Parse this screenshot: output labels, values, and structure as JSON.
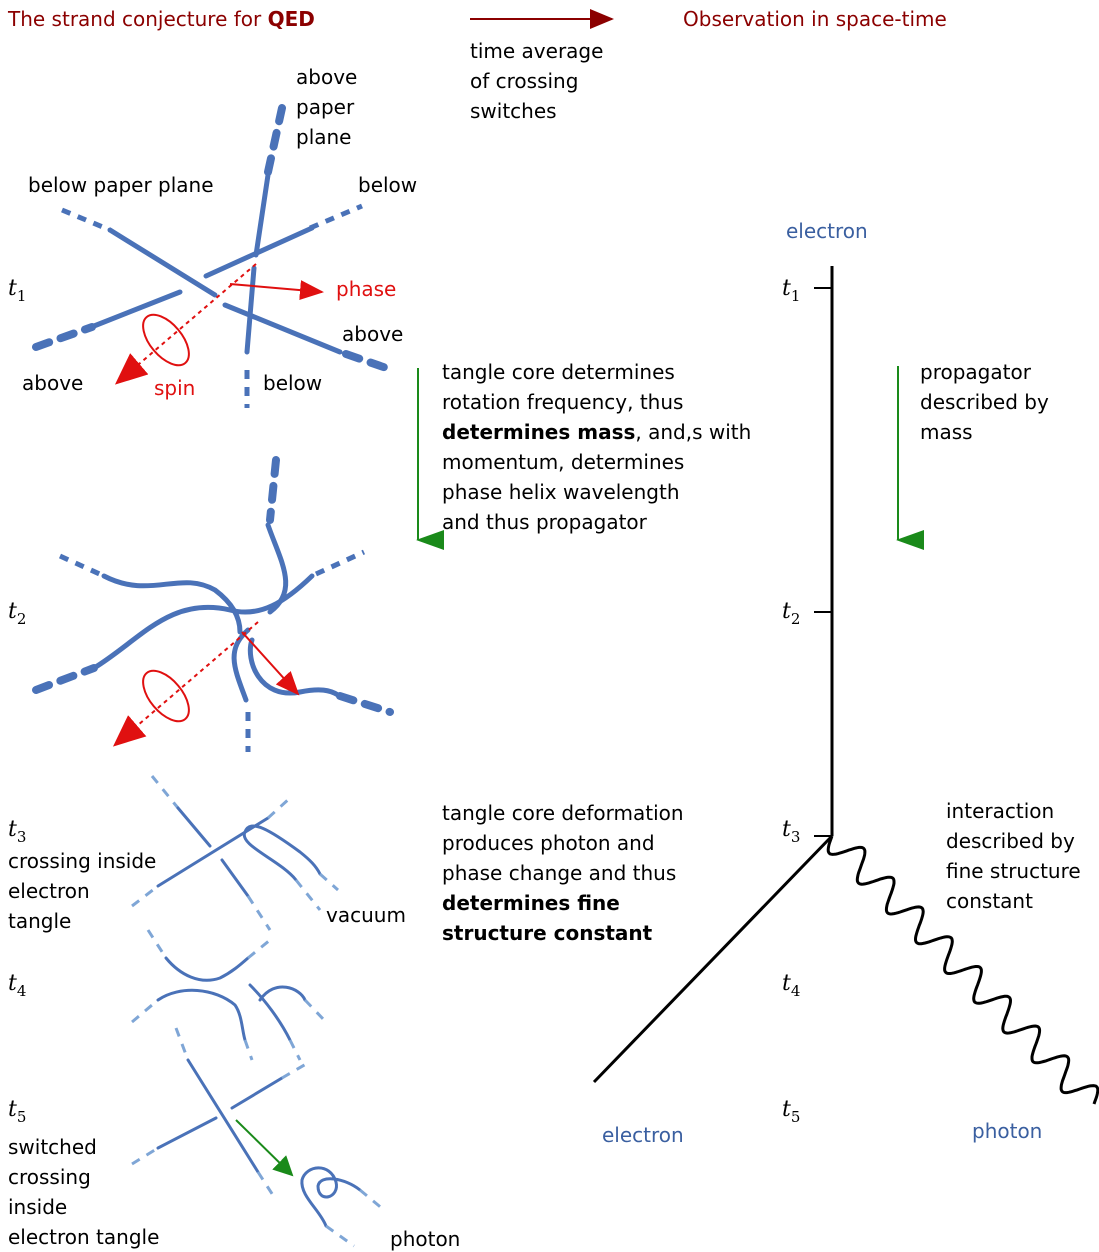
{
  "header": {
    "left_title": "The strand conjecture for ",
    "left_title_bold": "QED",
    "right_title": "Observation in space-time",
    "arrow_caption": [
      "time average",
      "of crossing",
      "switches"
    ]
  },
  "labels": {
    "above_paper_plane": [
      "above",
      "paper",
      "plane"
    ],
    "below_paper_plane": "below paper plane",
    "below_right": "below",
    "above_right": "above",
    "above_left": "above",
    "below_bottom": "below",
    "phase": "phase",
    "spin": "spin",
    "crossing_inside": [
      "crossing inside",
      "electron",
      "tangle"
    ],
    "vacuum": "vacuum",
    "switched_crossing": [
      "switched",
      "crossing",
      "inside",
      "electron tangle"
    ],
    "photon_small": "photon"
  },
  "time_labels": [
    "t",
    "1",
    "2",
    "3",
    "4",
    "5"
  ],
  "text_blocks": {
    "mass_text": [
      {
        "text": "tangle core determines",
        "bold": false
      },
      {
        "text": "rotation frequency, thus",
        "bold": false
      },
      {
        "text": "determines mass",
        "bold": true,
        "rest": ", and,s with"
      },
      {
        "text": "momentum, determines",
        "bold": false
      },
      {
        "text": "phase helix wavelength",
        "bold": false
      },
      {
        "text": "and thus propagator",
        "bold": false
      }
    ],
    "fine_text": [
      {
        "text": "tangle core deformation",
        "bold": false
      },
      {
        "text": "produces photon and",
        "bold": false
      },
      {
        "text": "phase change and thus",
        "bold": false
      },
      {
        "text": "determines fine",
        "bold": true
      },
      {
        "text": "structure constant",
        "bold": true
      }
    ],
    "propagator_text": [
      "propagator",
      "described by",
      "mass"
    ],
    "interaction_text": [
      "interaction",
      "described by",
      "fine structure",
      "constant"
    ]
  },
  "spacetime": {
    "electron_top": "electron",
    "electron_bottom": "electron",
    "photon": "photon"
  }
}
